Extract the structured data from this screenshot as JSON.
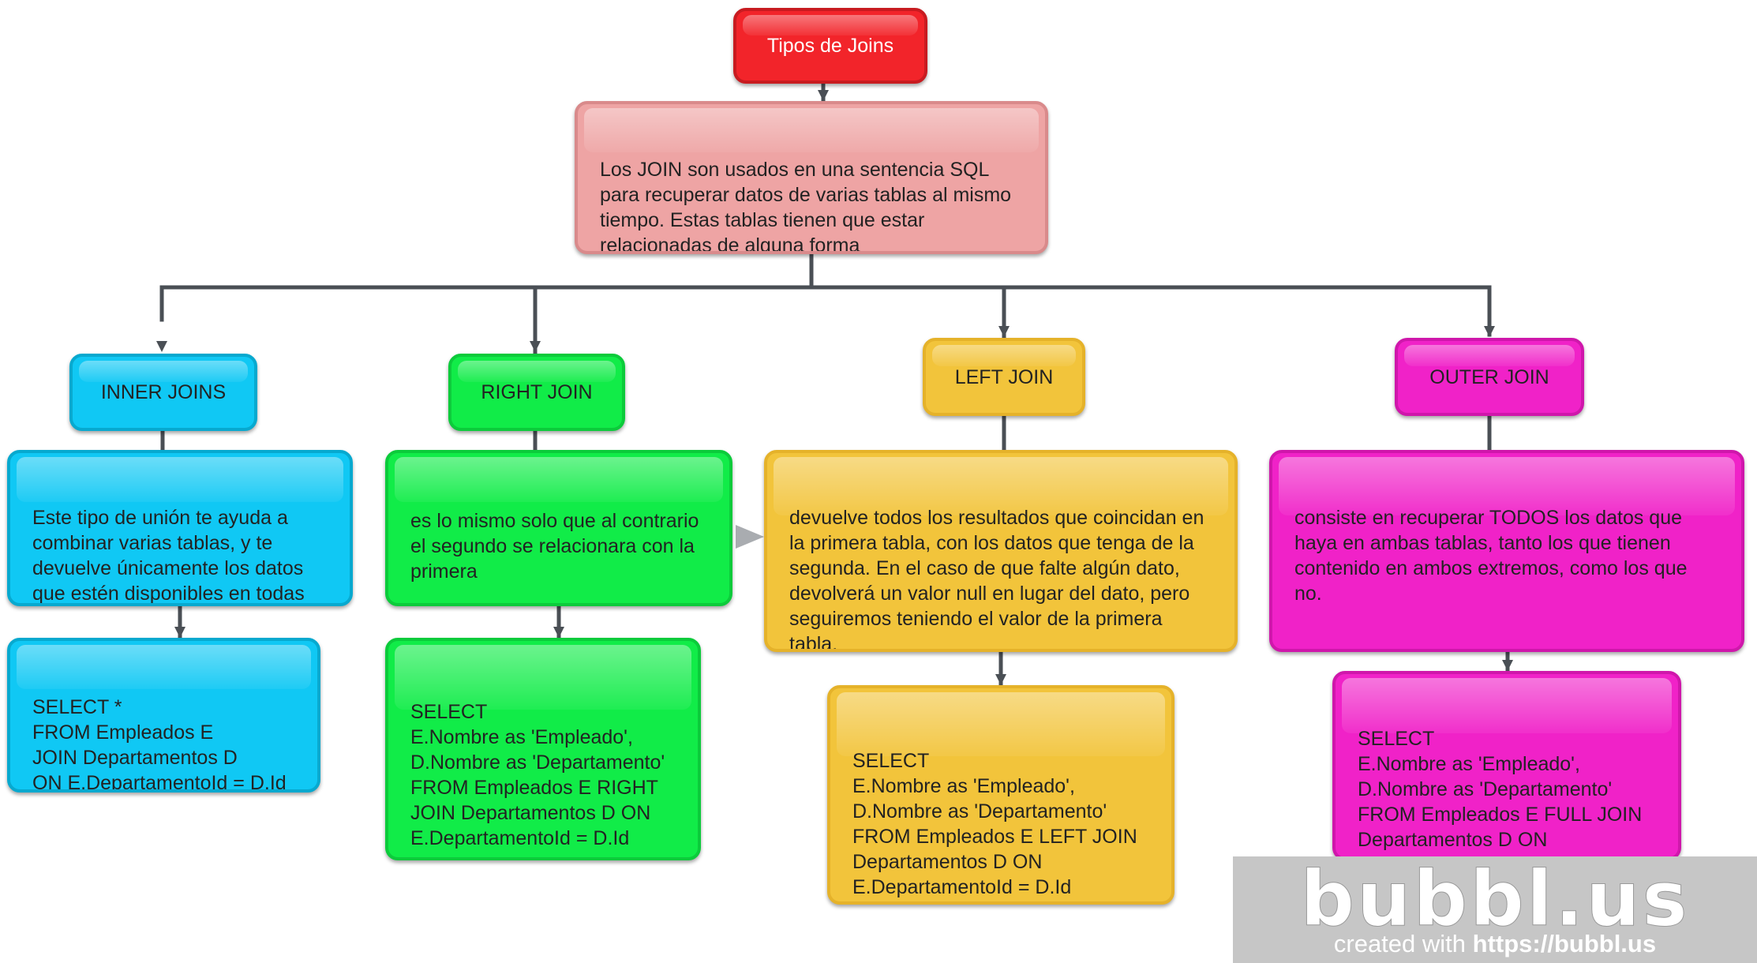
{
  "diagram": {
    "title": "Tipos de  Joins",
    "definition": "Los JOIN son usados en una sentencia SQL\npara recuperar datos de varias tablas al mismo\ntiempo. Estas tablas tienen que estar\nrelacionadas de alguna forma",
    "branches": [
      {
        "heading": "INNER JOINS",
        "description": "Este tipo de unión te ayuda a\ncombinar varias tablas, y te\ndevuelve únicamente los datos\nque estén disponibles en todas\nlas tablas a la vez.",
        "example": "SELECT *\nFROM Empleados E\n JOIN Departamentos D\n ON E.DepartamentoId = D.Id"
      },
      {
        "heading": "RIGHT JOIN",
        "description": "es lo mismo solo que al contrario\nel segundo se relacionara con la\nprimera",
        "example": "SELECT\nE.Nombre as 'Empleado',\nD.Nombre as 'Departamento'\nFROM Empleados E RIGHT\nJOIN Departamentos D ON\nE.DepartamentoId = D.Id"
      },
      {
        "heading": "LEFT JOIN",
        "description": "devuelve todos los resultados que coincidan en\nla primera tabla, con los datos que tenga de la\nsegunda. En el caso de que falte algún dato,\ndevolverá un valor null en lugar del dato, pero\nseguiremos teniendo el valor de la primera\ntabla.",
        "example": "SELECT\nE.Nombre as 'Empleado',\nD.Nombre as 'Departamento'\nFROM Empleados E LEFT JOIN\nDepartamentos D ON\nE.DepartamentoId = D.Id"
      },
      {
        "heading": "OUTER JOIN",
        "description": " consiste en recuperar TODOS los datos que\nhaya en ambas tablas, tanto los que tienen\ncontenido en ambos extremos, como los que\nno.",
        "example": "SELECT\nE.Nombre as 'Empleado',\nD.Nombre as 'Departamento'\nFROM Empleados E FULL JOIN\nDepartamentos D ON\nE.DepartamentoId = D.I"
      }
    ]
  },
  "watermark": {
    "logo": "bubbl.us",
    "prefix": "created with ",
    "url": "https://bubbl.us"
  },
  "colors": {
    "title": "#f2242a",
    "definition": "#eea4a4",
    "inner": "#10c8f4",
    "right": "#11ec48",
    "left": "#f2c43b",
    "outer": "#f022c8",
    "connector": "#4a4f55"
  }
}
